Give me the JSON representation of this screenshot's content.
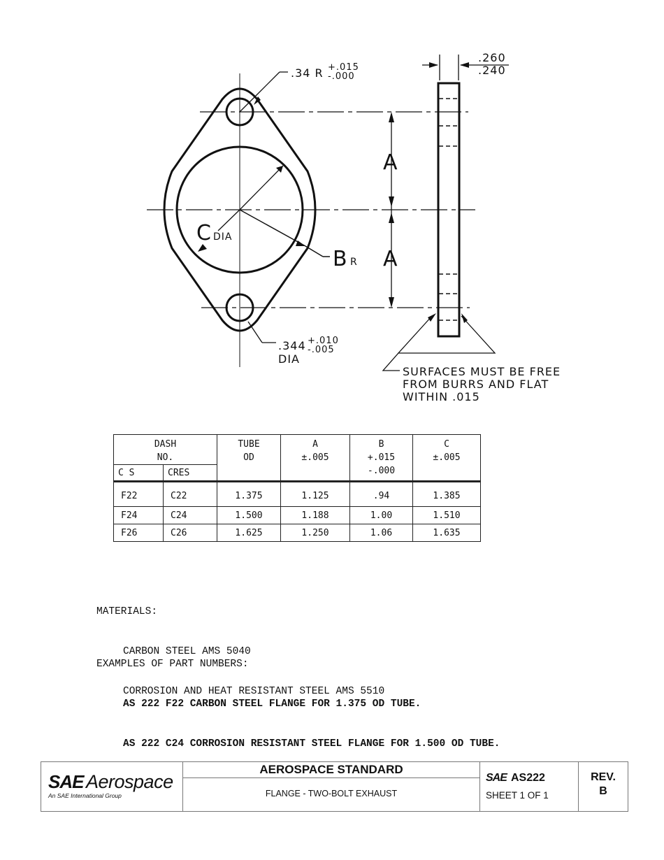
{
  "drawing": {
    "slot_radius": {
      "value": ".34 R",
      "tol_plus": "+.015",
      "tol_minus": "-.000"
    },
    "thickness": {
      "max": ".260",
      "min": ".240"
    },
    "label_a_upper": "A",
    "label_a_lower": "A",
    "label_c": "C",
    "label_c_sub": "DIA",
    "label_b": "B",
    "label_b_sub": "R",
    "hole_dia": {
      "value": ".344",
      "tol_plus": "+.010",
      "tol_minus": "-.005",
      "suffix": "DIA"
    },
    "surface_note": [
      "SURFACES MUST BE FREE",
      "FROM BURRS AND FLAT",
      "WITHIN .015"
    ]
  },
  "dash_table": {
    "headers": {
      "dash_no_line1": "DASH",
      "dash_no_line2": "NO.",
      "cs": "C S",
      "cres": "CRES",
      "tube_od_line1": "TUBE",
      "tube_od_line2": "OD",
      "a_line1": "A",
      "a_line2": "±.005",
      "b_line1": "B",
      "b_line2": "+.015",
      "b_line3": "-.000",
      "c_line1": "C",
      "c_line2": "±.005"
    },
    "rows": [
      {
        "cs": "F22",
        "cres": "C22",
        "tube_od": "1.375",
        "a": "1.125",
        "b": ".94",
        "c": "1.385"
      },
      {
        "cs": "F24",
        "cres": "C24",
        "tube_od": "1.500",
        "a": "1.188",
        "b": "1.00",
        "c": "1.510"
      },
      {
        "cs": "F26",
        "cres": "C26",
        "tube_od": "1.625",
        "a": "1.250",
        "b": "1.06",
        "c": "1.635"
      }
    ]
  },
  "materials": {
    "heading": "MATERIALS:",
    "items": [
      "CARBON STEEL AMS 5040",
      "CORROSION AND HEAT RESISTANT STEEL AMS 5510"
    ]
  },
  "examples": {
    "heading": "EXAMPLES OF PART NUMBERS:",
    "items": [
      "AS 222 F22 CARBON STEEL FLANGE FOR 1.375 OD TUBE.",
      "AS 222 C24 CORROSION RESISTANT STEEL FLANGE FOR 1.500 OD TUBE."
    ]
  },
  "title_block": {
    "logo_mark": "SAE",
    "logo_word": "Aerospace",
    "logo_tagline": "An SAE International Group",
    "category": "AEROSPACE STANDARD",
    "title": "FLANGE - TWO-BOLT EXHAUST",
    "doc_mark": "SAE",
    "doc_number": "AS222",
    "sheet": "SHEET 1 OF 1",
    "rev_label": "REV.",
    "rev_value": "B"
  }
}
